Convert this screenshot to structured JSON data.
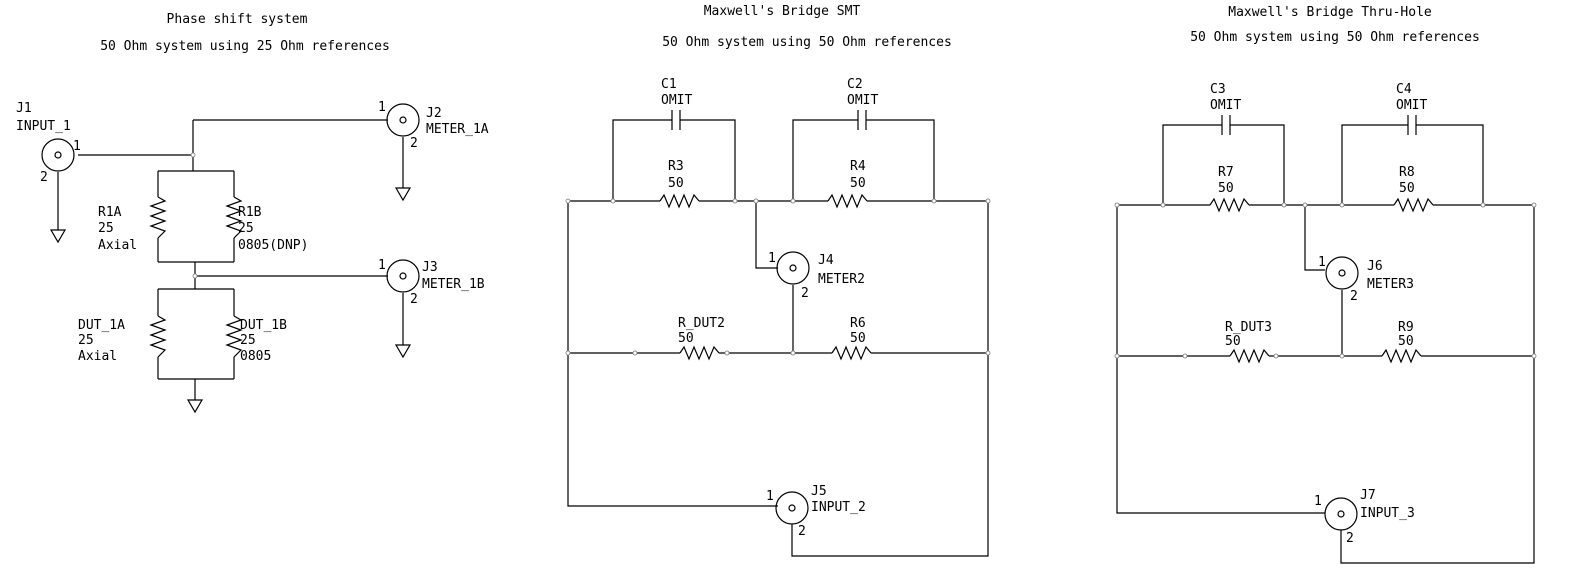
{
  "sections": [
    {
      "title": "Phase shift system",
      "subtitle": "50 Ohm system using 25 Ohm references"
    },
    {
      "title": "Maxwell's Bridge SMT",
      "subtitle": "50 Ohm system using 50 Ohm references"
    },
    {
      "title": "Maxwell's Bridge Thru-Hole",
      "subtitle": "50 Ohm system using 50 Ohm references"
    }
  ],
  "connectors": [
    {
      "ref": "J1",
      "value": "INPUT_1",
      "pin1": "1",
      "pin2": "2"
    },
    {
      "ref": "J2",
      "value": "METER_1A",
      "pin1": "1",
      "pin2": "2"
    },
    {
      "ref": "J3",
      "value": "METER_1B",
      "pin1": "1",
      "pin2": "2"
    },
    {
      "ref": "J4",
      "value": "METER2",
      "pin1": "1",
      "pin2": "2"
    },
    {
      "ref": "J5",
      "value": "INPUT_2",
      "pin1": "1",
      "pin2": "2"
    },
    {
      "ref": "J6",
      "value": "METER3",
      "pin1": "1",
      "pin2": "2"
    },
    {
      "ref": "J7",
      "value": "INPUT_3",
      "pin1": "1",
      "pin2": "2"
    }
  ],
  "resistors": [
    {
      "ref": "R1A",
      "value": "25",
      "package": "Axial"
    },
    {
      "ref": "R1B",
      "value": "25",
      "package": "0805(DNP)"
    },
    {
      "ref": "DUT_1A",
      "value": "25",
      "package": "Axial"
    },
    {
      "ref": "DUT_1B",
      "value": "25",
      "package": "0805"
    },
    {
      "ref": "R3",
      "value": "50"
    },
    {
      "ref": "R4",
      "value": "50"
    },
    {
      "ref": "R_DUT2",
      "value": "50"
    },
    {
      "ref": "R6",
      "value": "50"
    },
    {
      "ref": "R7",
      "value": "50"
    },
    {
      "ref": "R8",
      "value": "50"
    },
    {
      "ref": "R_DUT3",
      "value": "50"
    },
    {
      "ref": "R9",
      "value": "50"
    }
  ],
  "capacitors": [
    {
      "ref": "C1",
      "value": "OMIT"
    },
    {
      "ref": "C2",
      "value": "OMIT"
    },
    {
      "ref": "C3",
      "value": "OMIT"
    },
    {
      "ref": "C4",
      "value": "OMIT"
    }
  ]
}
